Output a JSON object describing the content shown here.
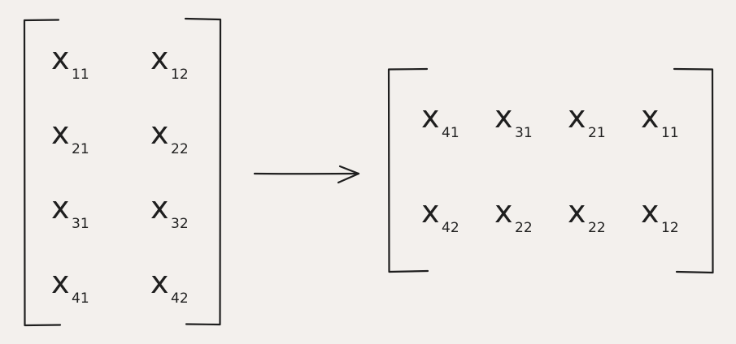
{
  "diagram": {
    "symbol": "x",
    "source_matrix": {
      "rows": [
        [
          "11",
          "12"
        ],
        [
          "21",
          "22"
        ],
        [
          "31",
          "32"
        ],
        [
          "41",
          "42"
        ]
      ]
    },
    "target_matrix": {
      "rows": [
        [
          "41",
          "31",
          "21",
          "11"
        ],
        [
          "42",
          "22",
          "22",
          "12"
        ]
      ]
    },
    "colors": {
      "ink": "#1e1e1e",
      "background": "#f3f0ed"
    }
  }
}
